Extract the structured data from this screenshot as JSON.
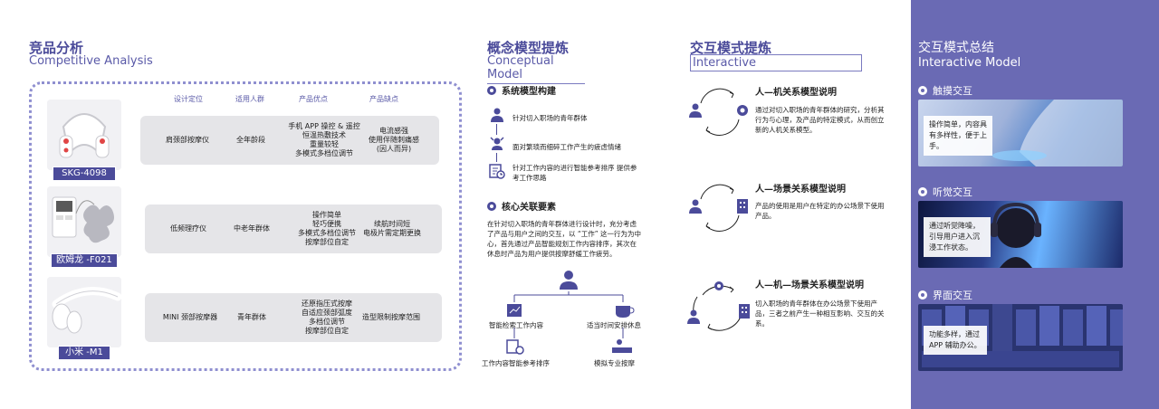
{
  "competitive": {
    "title_cn": "竞品分析",
    "title_en": "Competitive Analysis",
    "columns": [
      "设计定位",
      "适用人群",
      "产品优点",
      "产品缺点"
    ],
    "products": [
      {
        "label": "SKG-4098",
        "position": "肩颈部按摩仪",
        "audience": "全年龄段",
        "pros": [
          "手机 APP 操控 & 遥控",
          "恒温热敷技术",
          "重量较轻",
          "多模式多档位调节"
        ],
        "cons": [
          "电流感强",
          "使用伴随刺痛感",
          "(因人而异)"
        ]
      },
      {
        "label": "欧姆龙 -F021",
        "position": "低频理疗仪",
        "audience": "中老年群体",
        "pros": [
          "操作简单",
          "轻巧便携",
          "多模式多档位调节",
          "按摩部位自定"
        ],
        "cons": [
          "续航时间短",
          "电极片需定期更换"
        ]
      },
      {
        "label": "小米 -M1",
        "position": "MINI 颈部按摩器",
        "audience": "青年群体",
        "pros": [
          "还原指压式按摩",
          "自适应颈部弧度",
          "多档位调节",
          "按摩部位自定"
        ],
        "cons": [
          "造型限制按摩范围"
        ]
      }
    ]
  },
  "conceptual": {
    "title_cn": "概念模型提炼",
    "title_en": "Conceptual Model",
    "system_head": "系统模型构建",
    "system_items": [
      {
        "icon": "user-icon",
        "text": "针对切入职场的青年群体"
      },
      {
        "icon": "stress-person-icon",
        "text": "面对繁琐而细碎工作产生的疲虑情绪"
      },
      {
        "icon": "schedule-icon",
        "text": "针对工作内容的进行智能参考排序 提供参考工作思路"
      }
    ],
    "core_head": "核心关联要素",
    "core_paragraph": "在针对切入职场的青年群体进行设计时，充分考虑了产品与用户之间的交互，以 “工作” 这一行为为中心，首先通过产品智能规划工作内容排序，其次在休息时产品为用户提供按摩舒缓工作疲劳。",
    "tree": {
      "leaf_1": "智能检索工作内容",
      "leaf_2": "适当时间安排休息",
      "leaf_3": "工作内容智能参考排序",
      "leaf_4": "模拟专业按摩"
    }
  },
  "interactive": {
    "title_cn": "交互模式提炼",
    "title_en": "Interactive",
    "models": [
      {
        "title": "人—机关系模型说明",
        "desc": "通过对切入职场的青年群体的研究，分析其行为与心理，及产品的特定模式，从而创立新的人机关系模型。"
      },
      {
        "title": "人—场景关系模型说明",
        "desc": "产品的使用是用户在特定的办公场景下使用产品。"
      },
      {
        "title": "人—机—场景关系模型说明",
        "desc": "切入职场的青年群体在办公场景下使用产品，三者之前产生一种相互影响、交互的关系。"
      }
    ]
  },
  "summary": {
    "title_cn": "交互模式总结",
    "title_en": "Interactive Model",
    "modes": [
      {
        "head": "触摸交互",
        "text": "操作简单，内容具有多样性，便于上手。"
      },
      {
        "head": "听觉交互",
        "text": "通过听觉降噪，引导用户进入沉浸工作状态。"
      },
      {
        "head": "界面交互",
        "text": "功能多样，通过APP 辅助办公。"
      }
    ]
  }
}
